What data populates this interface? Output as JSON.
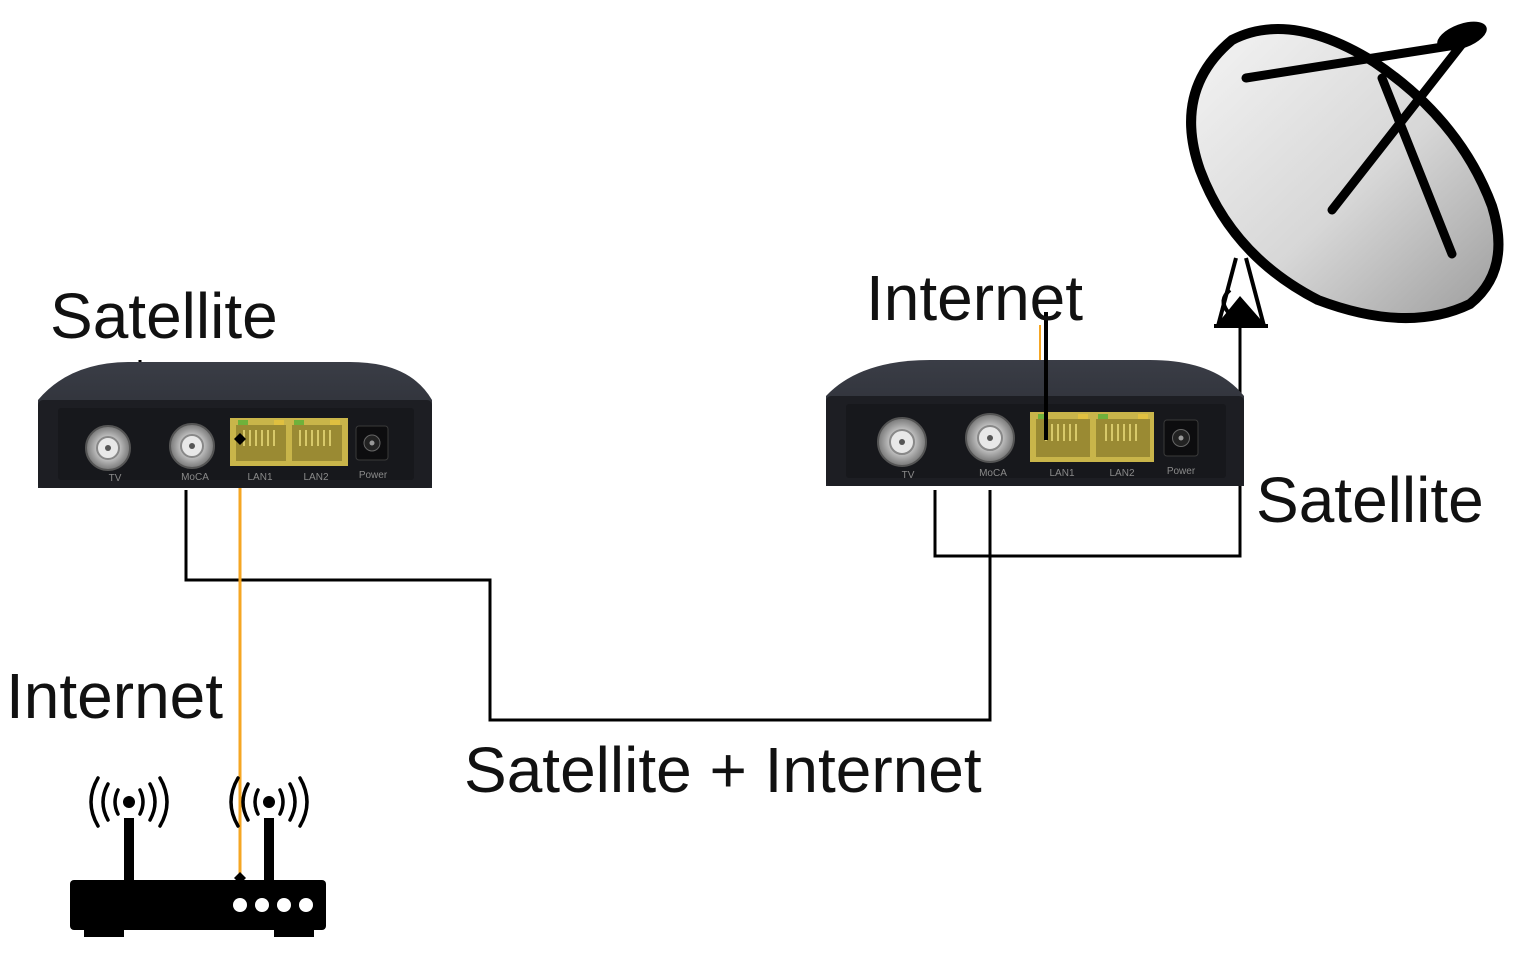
{
  "labels": {
    "satellite_left": "Satellite",
    "internet_left": "Internet",
    "internet_right": "Internet",
    "satellite_right": "Satellite",
    "combined": "Satellite + Internet"
  },
  "device_left": {
    "ports": [
      "TV",
      "MoCA",
      "LAN1",
      "LAN2",
      "Power"
    ]
  },
  "device_right": {
    "ports": [
      "TV",
      "MoCA",
      "LAN1",
      "LAN2",
      "Power"
    ]
  },
  "colors": {
    "device_body": "#24262c",
    "device_face": "#1b1c20",
    "lan_port": "#c9b54a",
    "ethernet_cable": "#f5a623",
    "coax_cable": "#000000",
    "dish_fill": "#d9d9d9"
  },
  "icons": [
    "satellite-dish-icon",
    "wifi-router-icon"
  ]
}
